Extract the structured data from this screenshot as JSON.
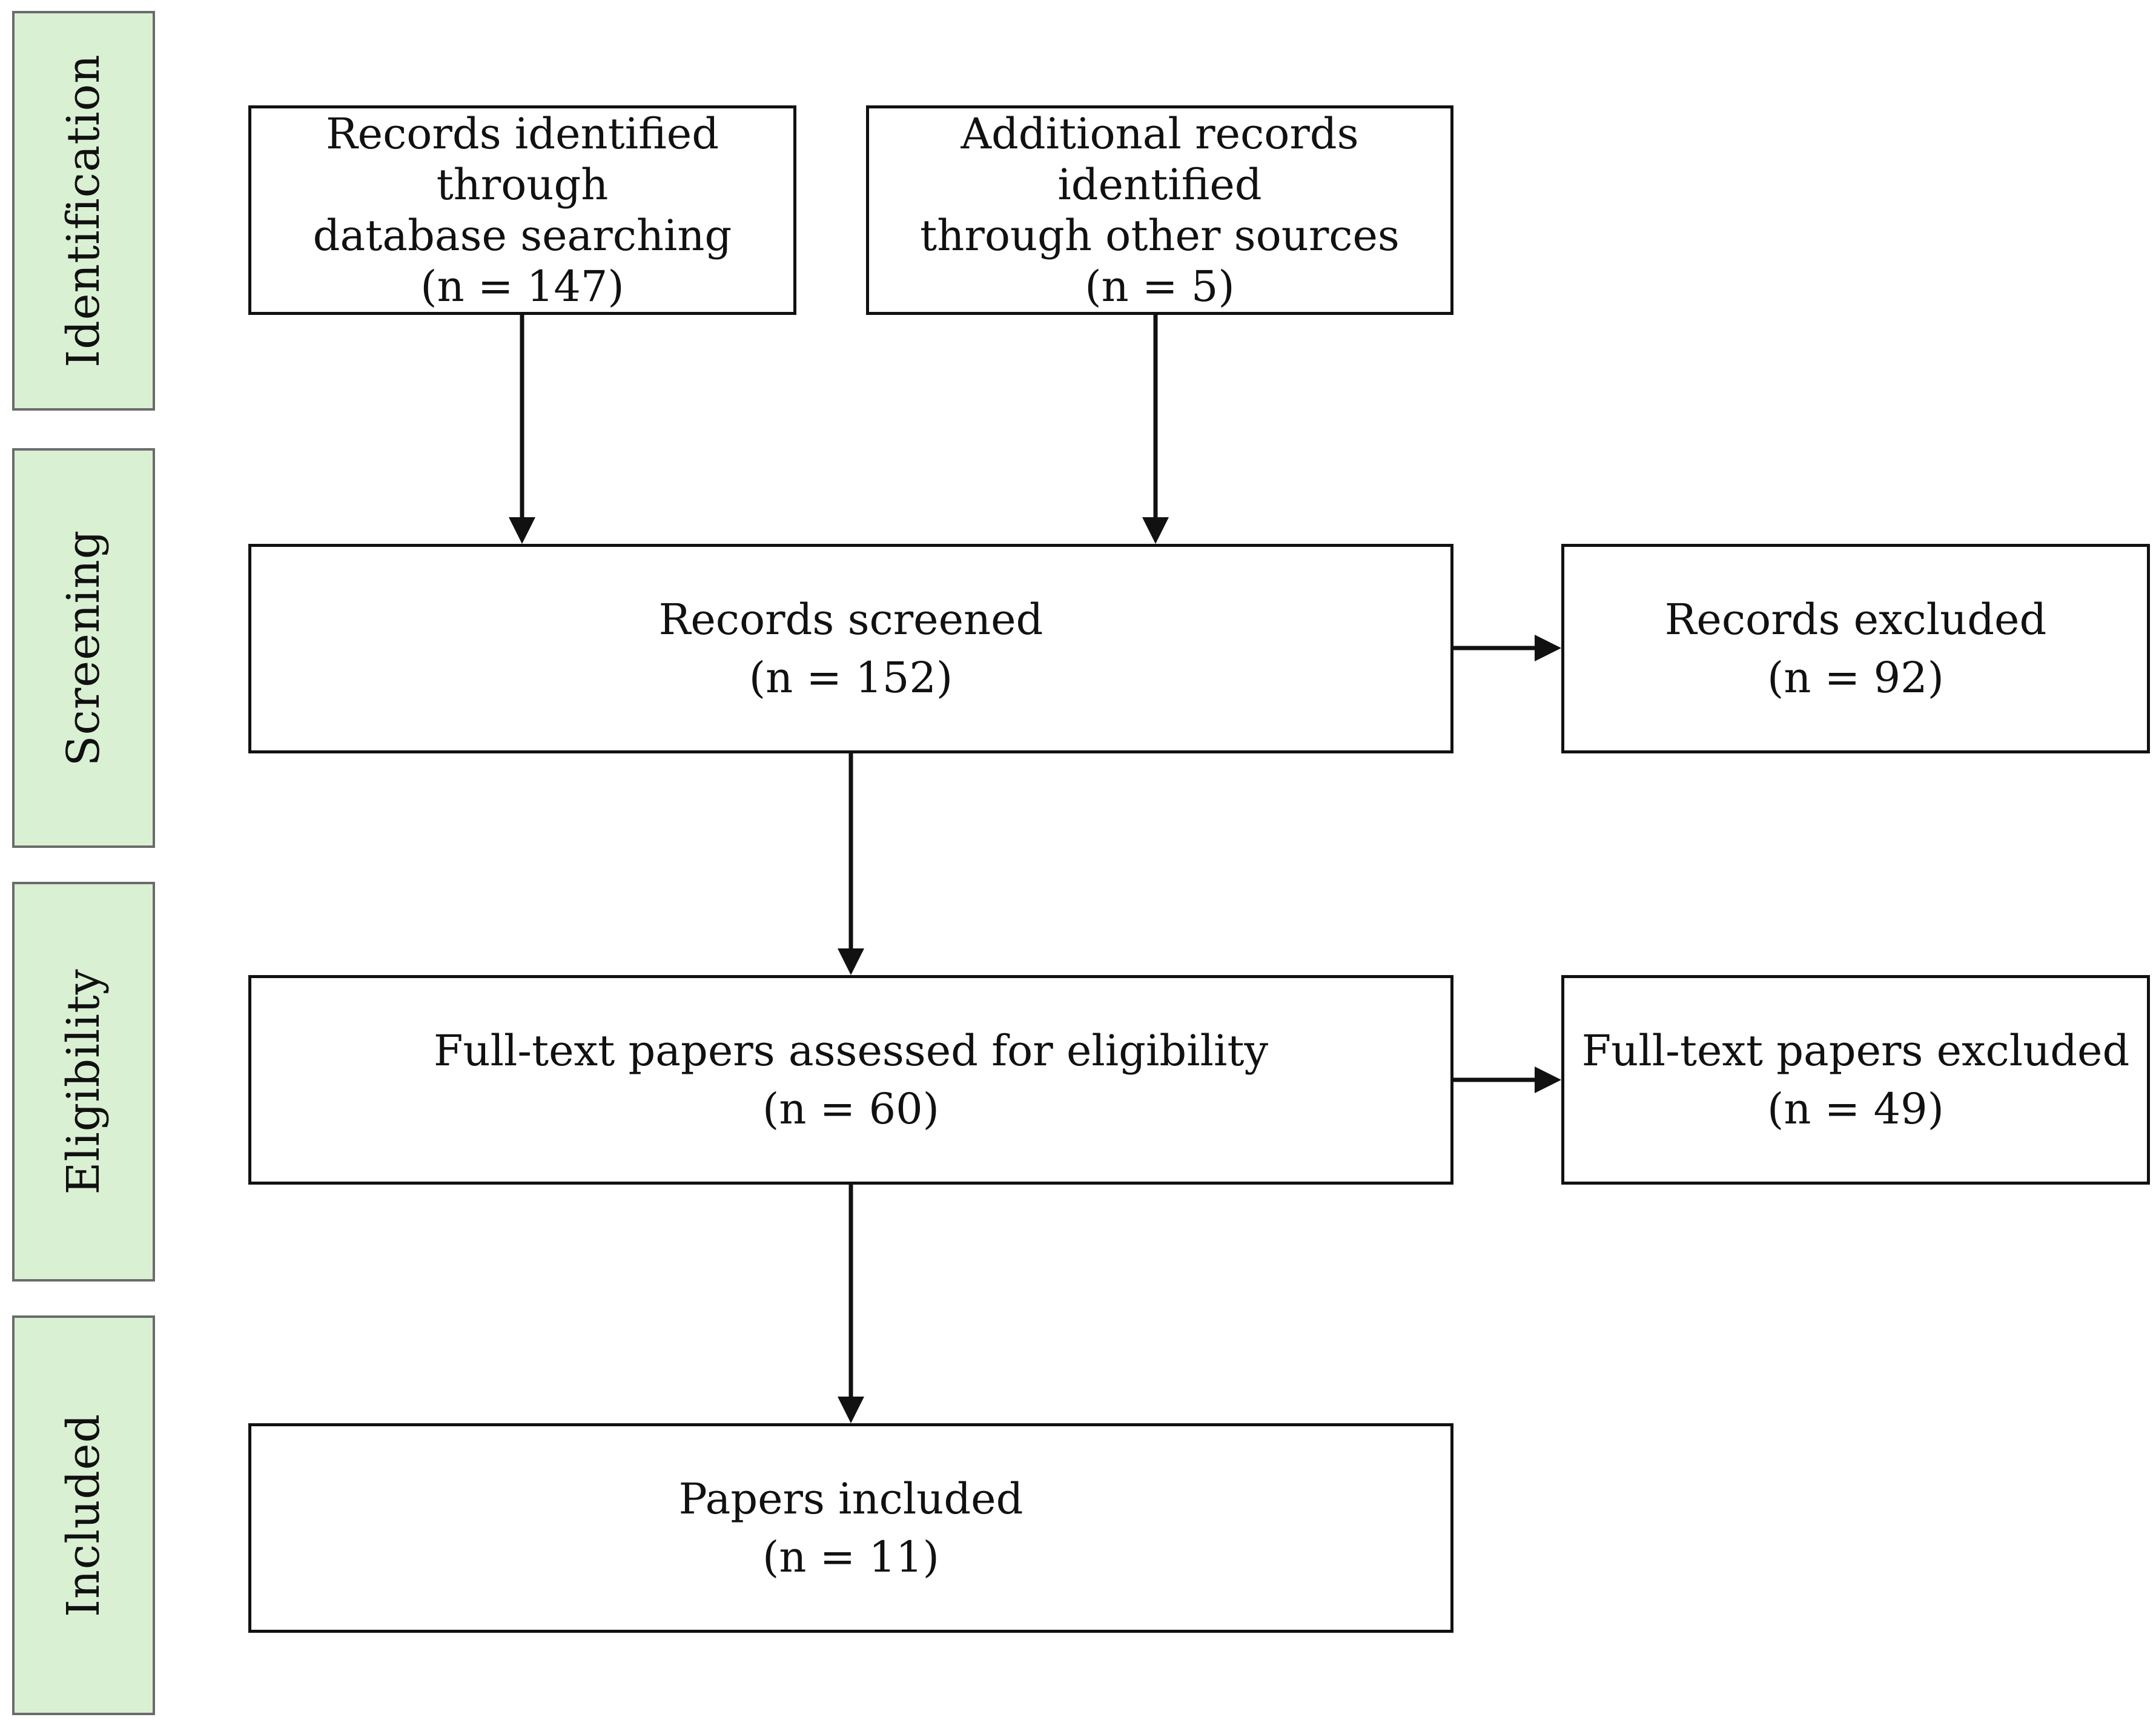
{
  "phases": {
    "identification": "Identification",
    "screening": "Screening",
    "eligibility": "Eligibility",
    "included": "Included"
  },
  "boxes": {
    "database": {
      "line1": "Records identified through",
      "line2": "database searching",
      "count": "(n = 147)"
    },
    "other_sources": {
      "line1": "Additional records identified",
      "line2": "through other sources",
      "count": "(n = 5)"
    },
    "screened": {
      "label": "Records screened",
      "count": "(n = 152)"
    },
    "excluded": {
      "label": "Records excluded",
      "count": "(n = 92)"
    },
    "assessed": {
      "label": "Full-text papers assessed for eligibility",
      "count": "(n = 60)"
    },
    "fulltext_excluded": {
      "label": "Full-text papers excluded",
      "count": "(n = 49)"
    },
    "included": {
      "label": "Papers included",
      "count": "(n = 11)"
    }
  },
  "colors": {
    "phase_fill": "#d9f0d3",
    "phase_border": "#6b6b6b",
    "box_border": "#111111"
  }
}
